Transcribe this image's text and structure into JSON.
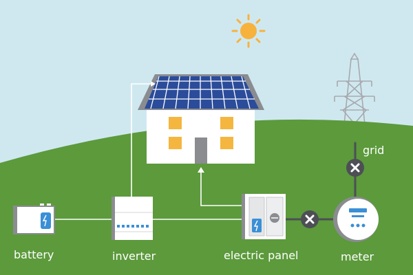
{
  "labels": {
    "battery": "battery",
    "inverter": "inverter",
    "electric_panel": "electric panel",
    "meter": "meter",
    "grid": "grid"
  },
  "icons": {
    "sun": "sun-icon",
    "solar_panel": "solar-panel-icon",
    "house": "house-icon",
    "power_tower": "transmission-tower-icon",
    "battery": "battery-icon",
    "inverter": "inverter-icon",
    "electric_panel": "electric-panel-icon",
    "meter": "meter-icon",
    "disconnect": "x-circle-icon"
  },
  "colors": {
    "sky": "#cfe8f0",
    "grass": "#5c9a3c",
    "sun": "#f7b23b",
    "window": "#f4b63f",
    "panel": "#2b4c9a",
    "device_accent": "#3a8fd6",
    "wire": "#ffffff",
    "dark_wire": "#4d4f55"
  }
}
